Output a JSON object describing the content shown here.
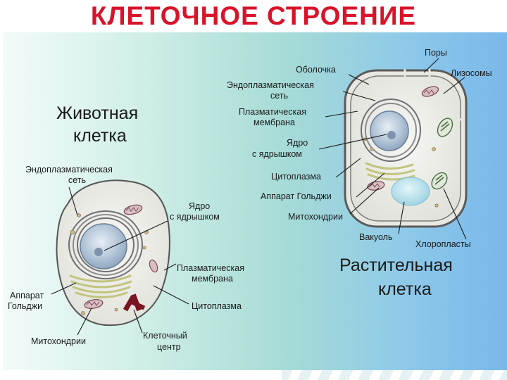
{
  "title": "КЛЕТОЧНОЕ СТРОЕНИЕ",
  "animal_cell": {
    "heading_line1": "Животная",
    "heading_line2": "клетка",
    "labels": {
      "er_line1": "Эндоплазматическая",
      "er_line2": "сеть",
      "nucleus_line1": "Ядро",
      "nucleus_line2": "с ядрышком",
      "membrane_line1": "Плазматическая",
      "membrane_line2": "мембрана",
      "golgi_line1": "Аппарат",
      "golgi_line2": "Гольджи",
      "cytoplasm": "Цитоплазма",
      "mitochondria": "Митохондрии",
      "centrosome_line1": "Клеточный",
      "centrosome_line2": "центр"
    }
  },
  "plant_cell": {
    "heading_line1": "Растительная",
    "heading_line2": "клетка",
    "labels": {
      "pores": "Поры",
      "wall": "Оболочка",
      "lysosomes": "Лизосомы",
      "er_line1": "Эндоплазматическая",
      "er_line2": "сеть",
      "membrane_line1": "Плазматическая",
      "membrane_line2": "мембрана",
      "nucleus_line1": "Ядро",
      "nucleus_line2": "с ядрышком",
      "cytoplasm": "Цитоплазма",
      "golgi": "Аппарат Гольджи",
      "mitochondria": "Митохондрии",
      "vacuole": "Вакуоль",
      "chloroplasts": "Хлоропласты"
    }
  },
  "colors": {
    "title_red": "#d8142a",
    "cell_fill": "#eeeeea",
    "nucleus_blue": "#a9bfd3",
    "golgi_yellow": "#c7c98a",
    "centrosome_red": "#7a1422",
    "vacuole_cyan": "#bfe6ef",
    "chloroplast_green": "#5a7a52"
  }
}
